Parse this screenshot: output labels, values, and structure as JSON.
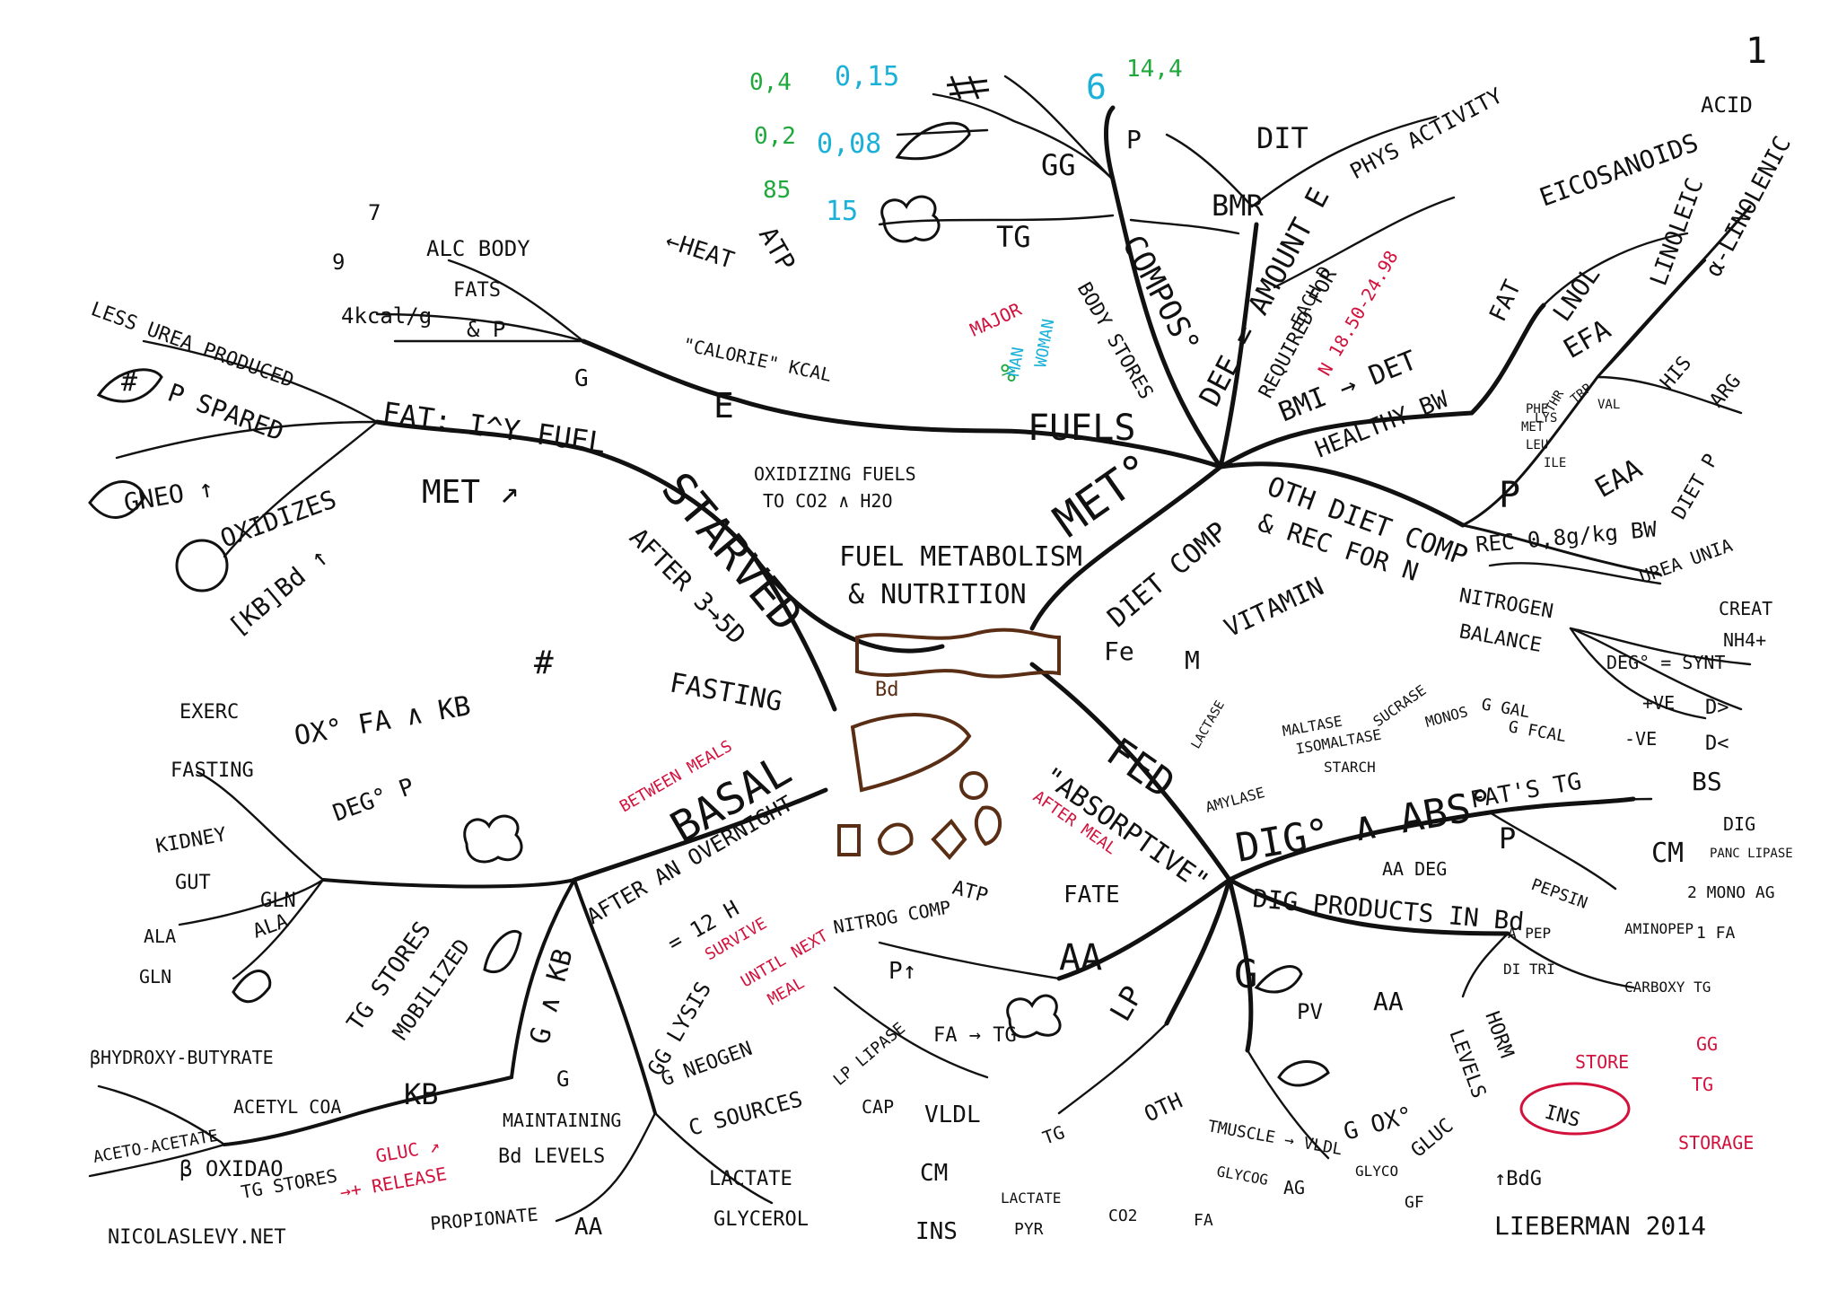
{
  "page_number": "1",
  "center": {
    "title_line1": "FUEL METABOLISM",
    "title_line2": "& NUTRITION",
    "bd_label": "Bd"
  },
  "colors": {
    "ink": "#111111",
    "red": "#d2123c",
    "green": "#1fa83b",
    "blue": "#1ab0d8",
    "brown": "#5a2e14"
  },
  "footer": {
    "author": "LIEBERMAN 2014",
    "site": "NICOLASLEVY.NET"
  },
  "met": {
    "label": "MET°",
    "fuels": "FUELS",
    "e": "E",
    "oxidizing": "OXIDIZING FUELS",
    "to_co2": "TO CO2 ∧ H2O",
    "calorie": "\"CALORIE\" KCAL",
    "heat": "←HEAT",
    "atp": "ATP",
    "alc_body": "ALC BODY",
    "fats": "FATS",
    "kcal_g": "4kcal/g",
    "and_p": "& P",
    "nine": "9",
    "seven": "7",
    "g": "G"
  },
  "stores": {
    "gg": "GG",
    "tg": "TG",
    "compos": "COMPOS°",
    "body_stores": "BODY STORES",
    "major": "MAJOR",
    "pct": "%",
    "man": "MAN",
    "woman": "WOMAN",
    "p": "P",
    "green_values": [
      "0,4",
      "0,2",
      "85",
      "14,4"
    ],
    "blue_values": [
      "0,15",
      "0,08",
      "15",
      "6"
    ]
  },
  "dee": {
    "dee": "DEE = AMOUNT E",
    "required": "REQUIRED FOR",
    "each_d": "EACH D",
    "dit": "DIT",
    "bmr": "BMR",
    "phys": "PHYS ACTIVITY",
    "bmi": "BMI → DET",
    "n": "N 18.50-24.98",
    "healthy": "HEALTHY BW",
    "oth": "OTH DIET COMP",
    "fat": "FAT",
    "eicos": "EICOSANOIDS",
    "acid": "ACID",
    "lnol": "LNOL",
    "linoleic": "LINOLEIC",
    "alinolenic": "α-LINOLENIC",
    "efa": "EFA"
  },
  "diet": {
    "diet_comp": "DIET COMP",
    "rec": "& REC FOR N",
    "vitamin": "VITAMIN",
    "fe": "Fe",
    "m": "M",
    "p": "P",
    "eaa": "EAA",
    "his": "HIS",
    "arg": "ARG",
    "rec_val": "REC 0,8g/kg BW",
    "nitrogen": "NITROGEN",
    "balance": "BALANCE",
    "diet_p": "DIET P",
    "urea": "UREA UNIA",
    "creat": "CREAT",
    "nh4": "NH4+",
    "deg_synt": "DEG° = SYNT",
    "ve_plus": "+VE",
    "ve_minus": "-VE",
    "d_up": "D>",
    "d_down": "D<",
    "aa_list": [
      "THR",
      "TRP",
      "VAL",
      "LYS",
      "LEU",
      "ILE",
      "MET",
      "PHE"
    ]
  },
  "fed": {
    "fed": "FED",
    "absorptive": "\"ABSORPTIVE\"",
    "after_meal": "AFTER MEAL",
    "dig_abs": "DIG° ∧ ABS°",
    "fats_tg": "FAT'S  TG",
    "bs": "BS",
    "dig": "DIG",
    "cm": "CM",
    "panc": "PANC LIPASE",
    "products": "DIG PRODUCTS IN Bd",
    "aa_deg": "AA DEG",
    "pepsin": "PEPSIN",
    "p": "P",
    "amylase": "AMYLASE",
    "maltase": "MALTASE",
    "isomaltase": "ISOMALTASE",
    "sucrase": "SUCRASE",
    "starch": "STARCH",
    "lactose": "LACTASE",
    "g_gal": "G GAL",
    "g_fcal": "G FCAL",
    "monos": "MONOS",
    "mono_ag": "2 MONO AG",
    "fa": "1 FA",
    "aminopep": "AMINOPEP",
    "carboxy": "CARBOXY TG",
    "a_pep": "A PEP",
    "di_tri": "DI TRI"
  },
  "fate": {
    "fate": "FATE",
    "aa": "AA",
    "atp": "ATP",
    "nitrog": "NITROG COMP",
    "p_up": "P↑",
    "lp": "LP",
    "fa_tg": "FA → TG",
    "lplipase": "LP LIPASE",
    "cap": "CAP",
    "vldl": "VLDL",
    "cm": "CM",
    "ins": "INS",
    "pyr": "PYR",
    "co2": "CO2",
    "lactate": "LACTATE",
    "oth": "OTH",
    "tg": "TG",
    "tmuscle": "TMUSCLE → VLDL",
    "glycog": "GLYCOG",
    "fa": "FA",
    "g": "G",
    "ag": "AG",
    "pv": "PV",
    "aa2": "AA",
    "horm": "HORM",
    "levels": "LEVELS",
    "gox": "G OX°",
    "gluc": "GLUC",
    "bdg": "↑BdG",
    "glyco": "GLYCO",
    "gf": "GF"
  },
  "storage": {
    "store": "STORE",
    "gg": "GG",
    "tg": "TG",
    "ins": "INS",
    "storage": "STORAGE"
  },
  "basal": {
    "basal": "BASAL",
    "between": "BETWEEN MEALS",
    "after_overnight": "AFTER AN OVERNIGHT",
    "h12": "= 12 H",
    "survive": "SURVIVE",
    "until": "UNTIL NEXT",
    "meal": "MEAL",
    "fasting": "FASTING",
    "g_kb": "G ∧ KB",
    "ggysis": "GG LYSIS",
    "g": "G",
    "gneogen": "G NEOGEN",
    "csources": "C SOURCES",
    "lactate": "LACTATE",
    "glycerol": "GLYCEROL",
    "propionate": "PROPIONATE",
    "aa": "AA",
    "maintaining": "MAINTAINING",
    "bd_levels": "Bd LEVELS",
    "gluc": "GLUC ↗",
    "release": "→+ RELEASE",
    "kb": "KB",
    "tg_stores": "TG STORES",
    "mobilized": "MOBILIZED",
    "tg_stores2": "TG STORES",
    "boxidation": "β OXIDAO",
    "acetyl": "ACETYL COA",
    "acetoacetate": "ACETO-ACETATE",
    "bhydroxy": "βHYDROXY-BUTYRATE",
    "oxfa": "OX° FA ∧ KB",
    "exerc": "EXERC",
    "fasting2": "FASTING",
    "deg_p": "DEG° P",
    "kidney": "KIDNEY",
    "gut": "GUT",
    "gln": "GLN",
    "ala": "ALA",
    "ala2": "ALA",
    "gln2": "GLN",
    "hash": "#"
  },
  "starved": {
    "starved": "STARVED",
    "after": "AFTER 3→5D",
    "met": "MET ↗",
    "fat": "FAT: I^Y FUEL",
    "less_urea": "LESS UREA PRODUCED",
    "hash": "#",
    "p_spared": "P SPARED",
    "gneo": "GNEO ↑",
    "oxidizes": "OXIDIZES",
    "kbbd": "[KB]Bd ↑"
  }
}
